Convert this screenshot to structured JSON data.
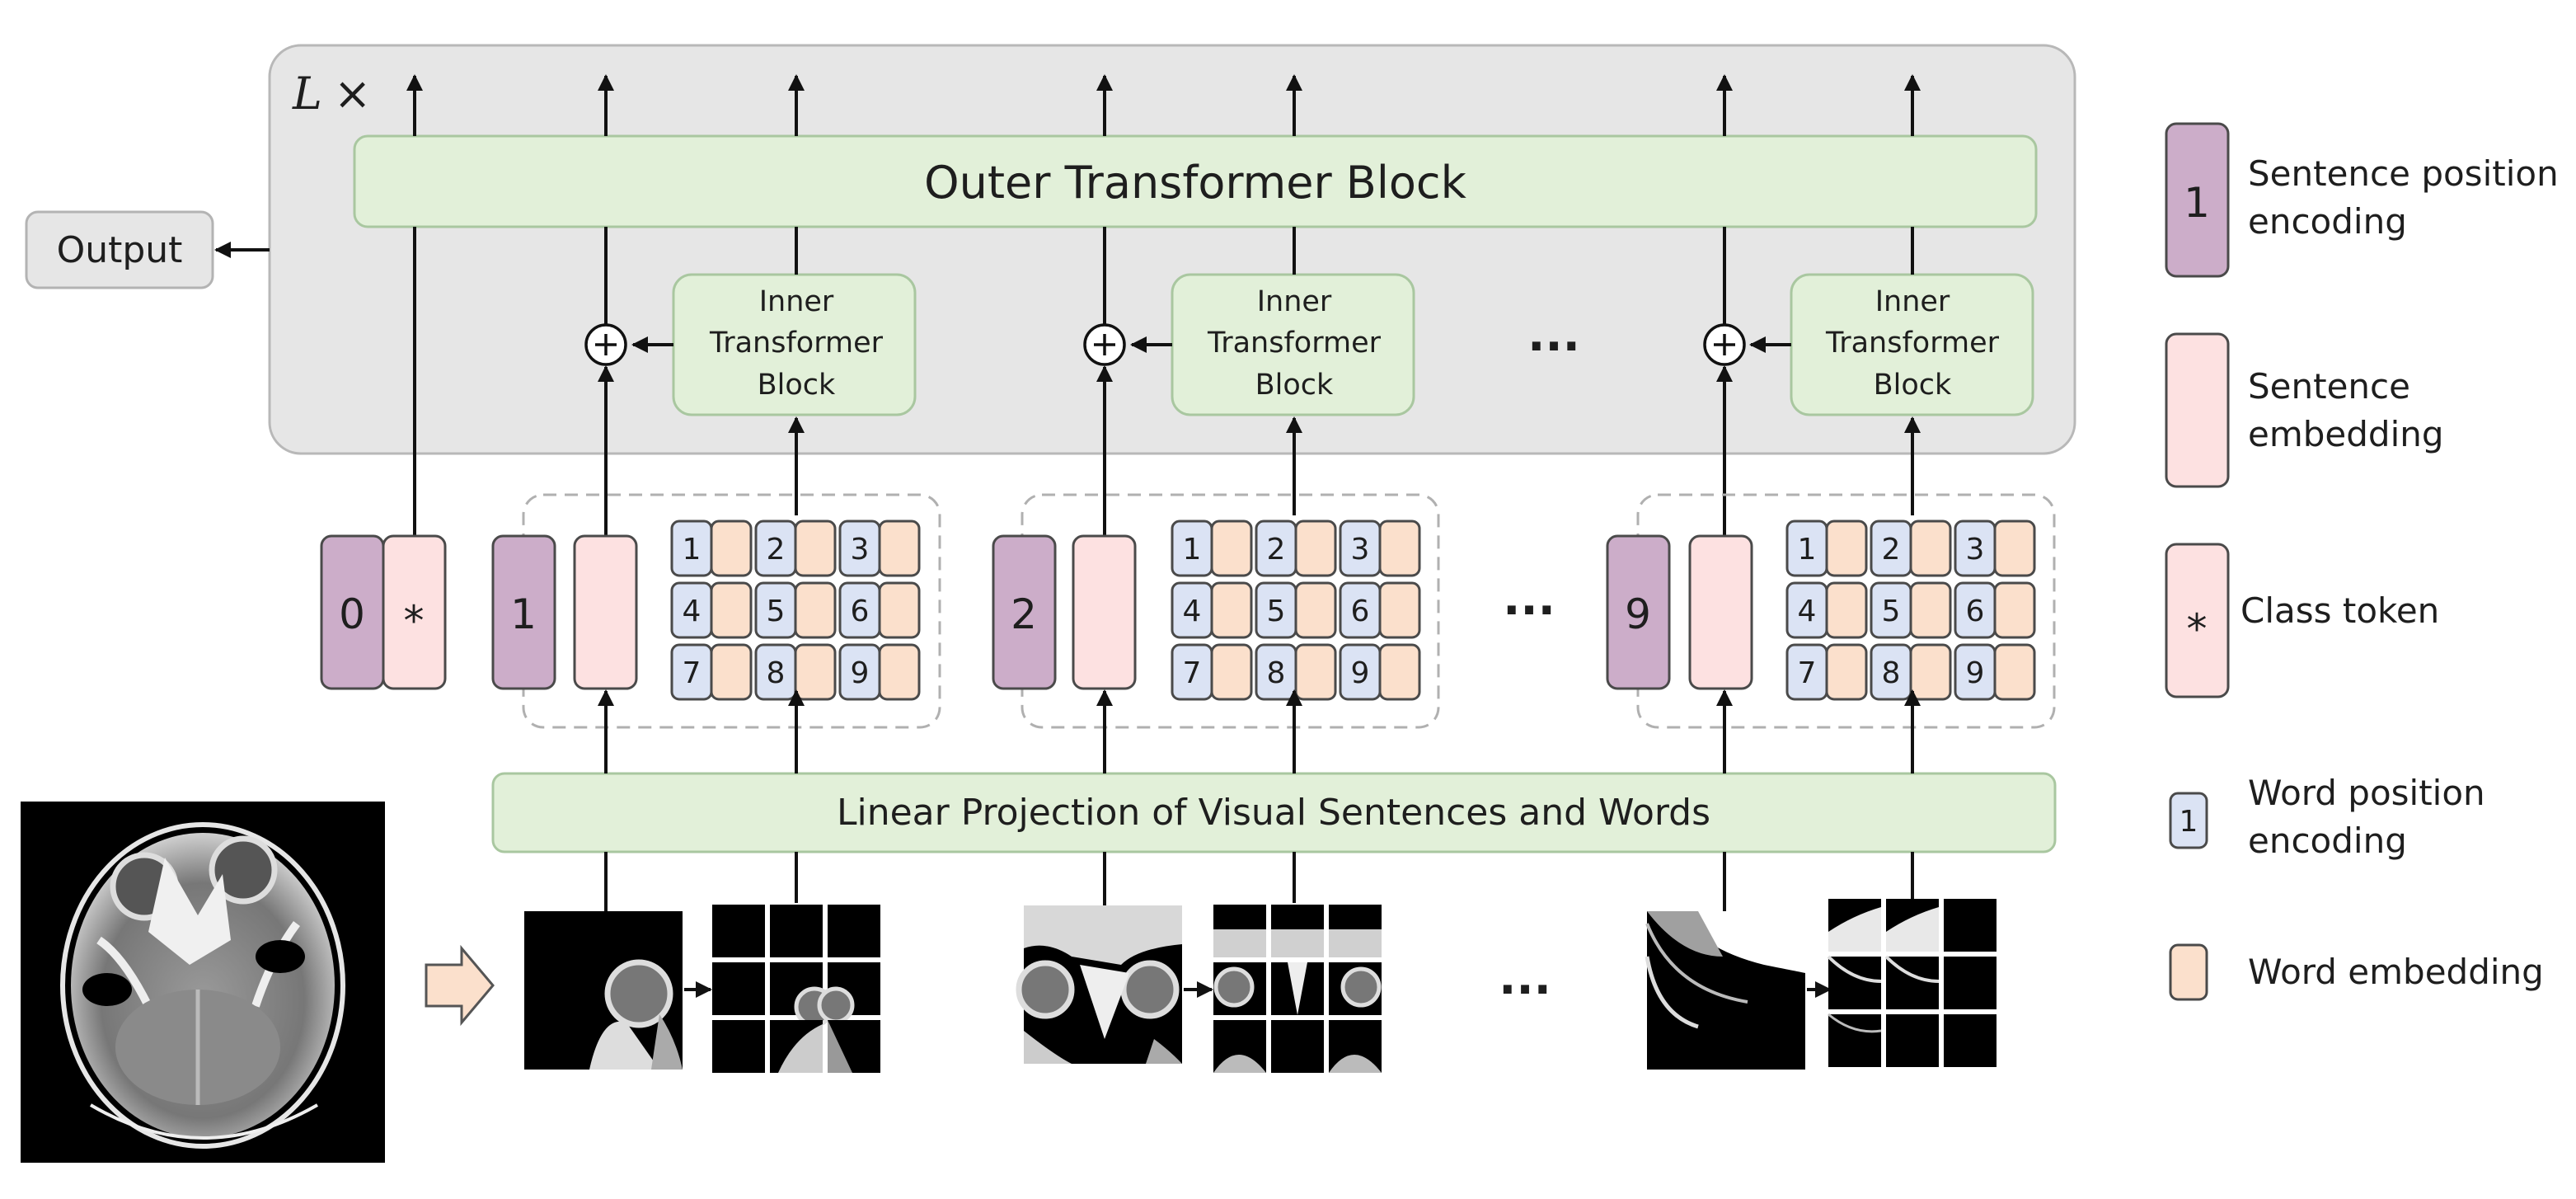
{
  "outer_block_label": "Outer Transformer Block",
  "inner_block_label": [
    "Inner",
    "Transformer",
    "Block"
  ],
  "repeat_label": "L",
  "repeat_symbol": "×",
  "output_label": "Output",
  "linear_projection_label": "Linear Projection of Visual Sentences and Words",
  "ellipsis": "...",
  "class_token_symbol": "*",
  "sentence_positions": [
    "0",
    "1",
    "2",
    "9"
  ],
  "word_positions": [
    "1",
    "2",
    "3",
    "4",
    "5",
    "6",
    "7",
    "8",
    "9"
  ],
  "legend": [
    {
      "symbol": "1",
      "label": [
        "Sentence position",
        "encoding"
      ],
      "kind": "sentence-position"
    },
    {
      "symbol": "",
      "label": [
        "Sentence",
        "embedding"
      ],
      "kind": "sentence-embedding"
    },
    {
      "symbol": "*",
      "label": [
        "Class token"
      ],
      "kind": "class-token"
    },
    {
      "symbol": "1",
      "label": [
        "Word position",
        "encoding"
      ],
      "kind": "word-position"
    },
    {
      "symbol": "",
      "label": [
        "Word embedding"
      ],
      "kind": "word-embedding"
    }
  ],
  "colors": {
    "green_block": "#e2f0d9",
    "green_border": "#a9c7a0",
    "grey_panel": "#e6e6e6",
    "purple": "#ccadc9",
    "pink": "#fde1e1",
    "word_pos_blue": "#dbe3f4",
    "word_embed_peach": "#fbe0cc"
  }
}
